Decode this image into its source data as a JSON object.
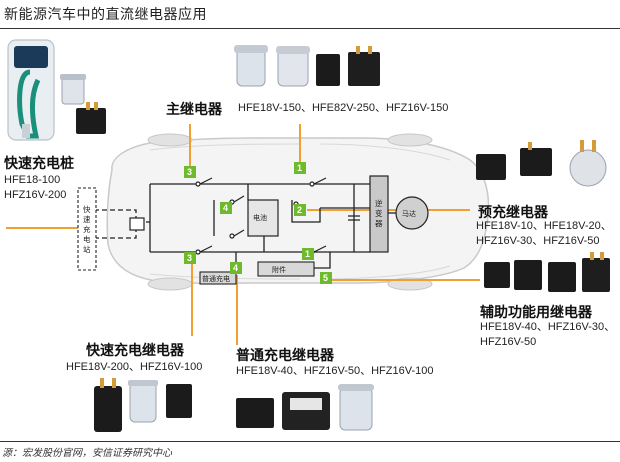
{
  "title": "新能源汽车中的直流继电器应用",
  "source": "源：宏发股份官网，安信证券研究中心",
  "groups": {
    "main": {
      "title": "主继电器",
      "models": "HFE18V-150、HFE82V-250、HFZ16V-150"
    },
    "pile": {
      "title": "快速充电桩",
      "models": [
        "HFE18-100",
        "HFZ16V-200"
      ]
    },
    "precharge": {
      "title": "预充继电器",
      "models": [
        "HFE18V-10、HFE18V-20、",
        "HFZ16V-30、HFZ16V-50"
      ]
    },
    "aux": {
      "title": "辅助功能用继电器",
      "models": [
        "HFE18V-40、HFZ16V-30、",
        "HFZ16V-50"
      ]
    },
    "fast": {
      "title": "快速充电继电器",
      "models": "HFE18V-200、HFZ16V-100"
    },
    "normal": {
      "title": "普通充电继电器",
      "models": "HFE18V-40、HFZ16V-50、HFZ16V-100"
    }
  },
  "blocks": {
    "fast_station": "快速充电站",
    "battery": "电池",
    "inverter": "逆变器",
    "motor": "马达",
    "normal_charger": "普通充电",
    "accessory": "附件"
  },
  "markers": [
    "1",
    "2",
    "3",
    "4",
    "5"
  ],
  "colors": {
    "marker": "#6fb92c",
    "leader": "#f0a030",
    "wire": "#222222"
  }
}
